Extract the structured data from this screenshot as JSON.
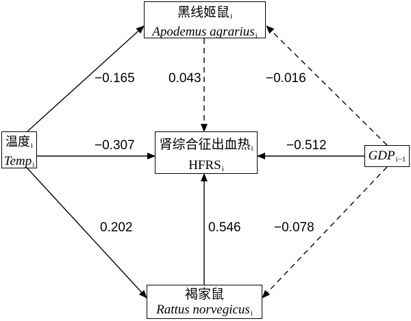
{
  "nodes": {
    "apodemus": {
      "cn": "黑线姬鼠",
      "en": "Apodemus agrarius",
      "sub": "i"
    },
    "hfrs": {
      "cn": "肾综合征出血热",
      "en": "HFRS",
      "sub": "i"
    },
    "temp": {
      "cn": "温度",
      "en": "Temp",
      "sub": "i"
    },
    "gdp": {
      "en": "GDP",
      "sub": "i−1"
    },
    "rattus": {
      "cn": "褐家鼠",
      "en": "Rattus norvegicus",
      "sub": "i"
    }
  },
  "paths": [
    {
      "from": "temp",
      "to": "apodemus",
      "coef": "−0.165",
      "style": "solid"
    },
    {
      "from": "apodemus",
      "to": "hfrs",
      "coef": "0.043",
      "style": "dashed"
    },
    {
      "from": "gdp",
      "to": "apodemus",
      "coef": "−0.016",
      "style": "dashed"
    },
    {
      "from": "temp",
      "to": "hfrs",
      "coef": "−0.307",
      "style": "solid"
    },
    {
      "from": "gdp",
      "to": "hfrs",
      "coef": "−0.512",
      "style": "solid"
    },
    {
      "from": "temp",
      "to": "rattus",
      "coef": "0.202",
      "style": "solid"
    },
    {
      "from": "rattus",
      "to": "hfrs",
      "coef": "0.546",
      "style": "solid"
    },
    {
      "from": "gdp",
      "to": "rattus",
      "coef": "−0.078",
      "style": "dashed"
    }
  ]
}
